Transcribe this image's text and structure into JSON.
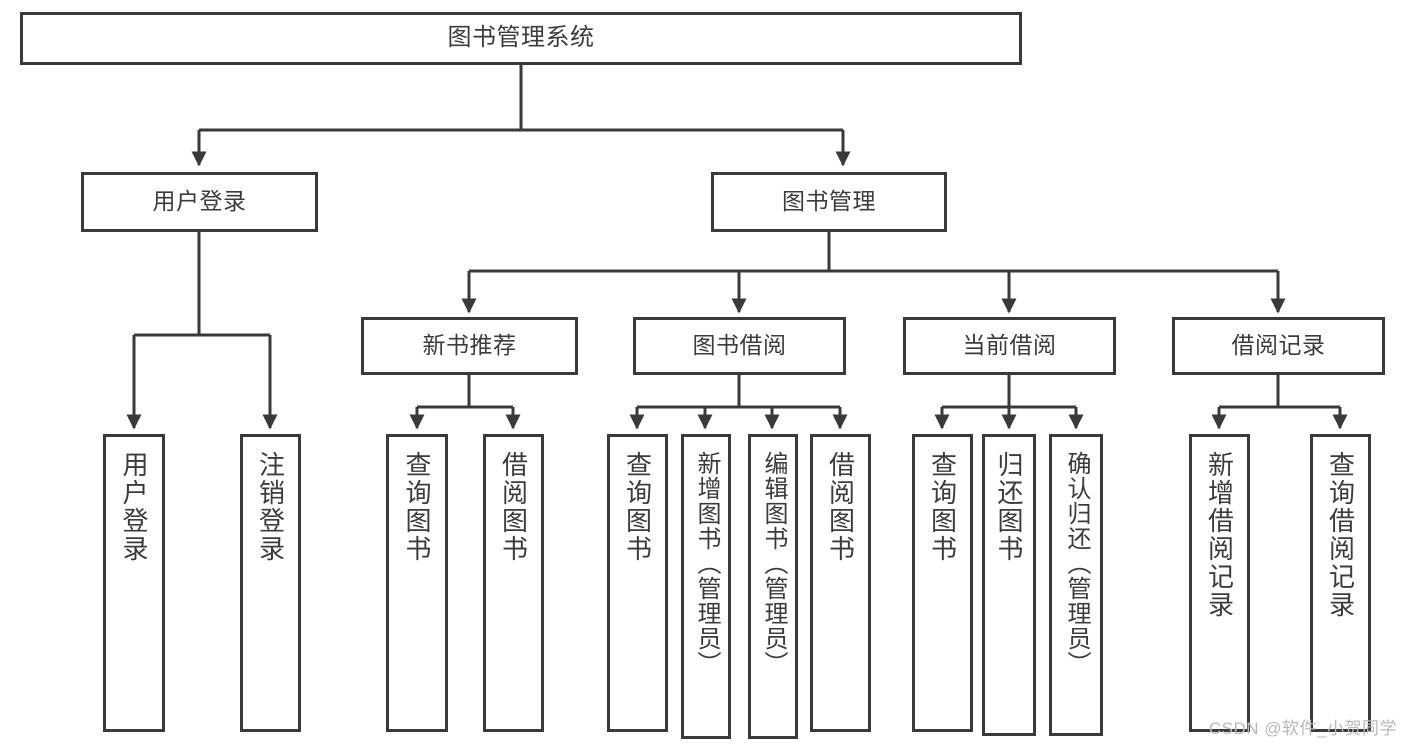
{
  "diagram": {
    "title": "图书管理系统",
    "type": "hierarchy-tree",
    "watermark": "CSDN @软件_小贺同学",
    "colors": {
      "stroke": "#3a3a3a",
      "text": "#3c3c3c",
      "background": "#ffffff",
      "watermark": "#b9b9b9"
    },
    "nodes": {
      "root": {
        "label": "图书管理系统"
      },
      "level2": [
        {
          "label": "用户登录"
        },
        {
          "label": "图书管理"
        }
      ],
      "level3": [
        {
          "label": "新书推荐"
        },
        {
          "label": "图书借阅"
        },
        {
          "label": "当前借阅"
        },
        {
          "label": "借阅记录"
        }
      ],
      "leaves": {
        "user_login": [
          {
            "label": "用户登录"
          },
          {
            "label": "注销登录"
          }
        ],
        "new_book_recommend": [
          {
            "label": "查询图书"
          },
          {
            "label": "借阅图书"
          }
        ],
        "book_borrow": [
          {
            "label": "查询图书"
          },
          {
            "label": "新增图书（管理员）"
          },
          {
            "label": "编辑图书（管理员）"
          },
          {
            "label": "借阅图书"
          }
        ],
        "current_borrow": [
          {
            "label": "查询图书"
          },
          {
            "label": "归还图书"
          },
          {
            "label": "确认归还（管理员）"
          }
        ],
        "borrow_record": [
          {
            "label": "新增借阅记录"
          },
          {
            "label": "查询借阅记录"
          }
        ]
      }
    }
  }
}
